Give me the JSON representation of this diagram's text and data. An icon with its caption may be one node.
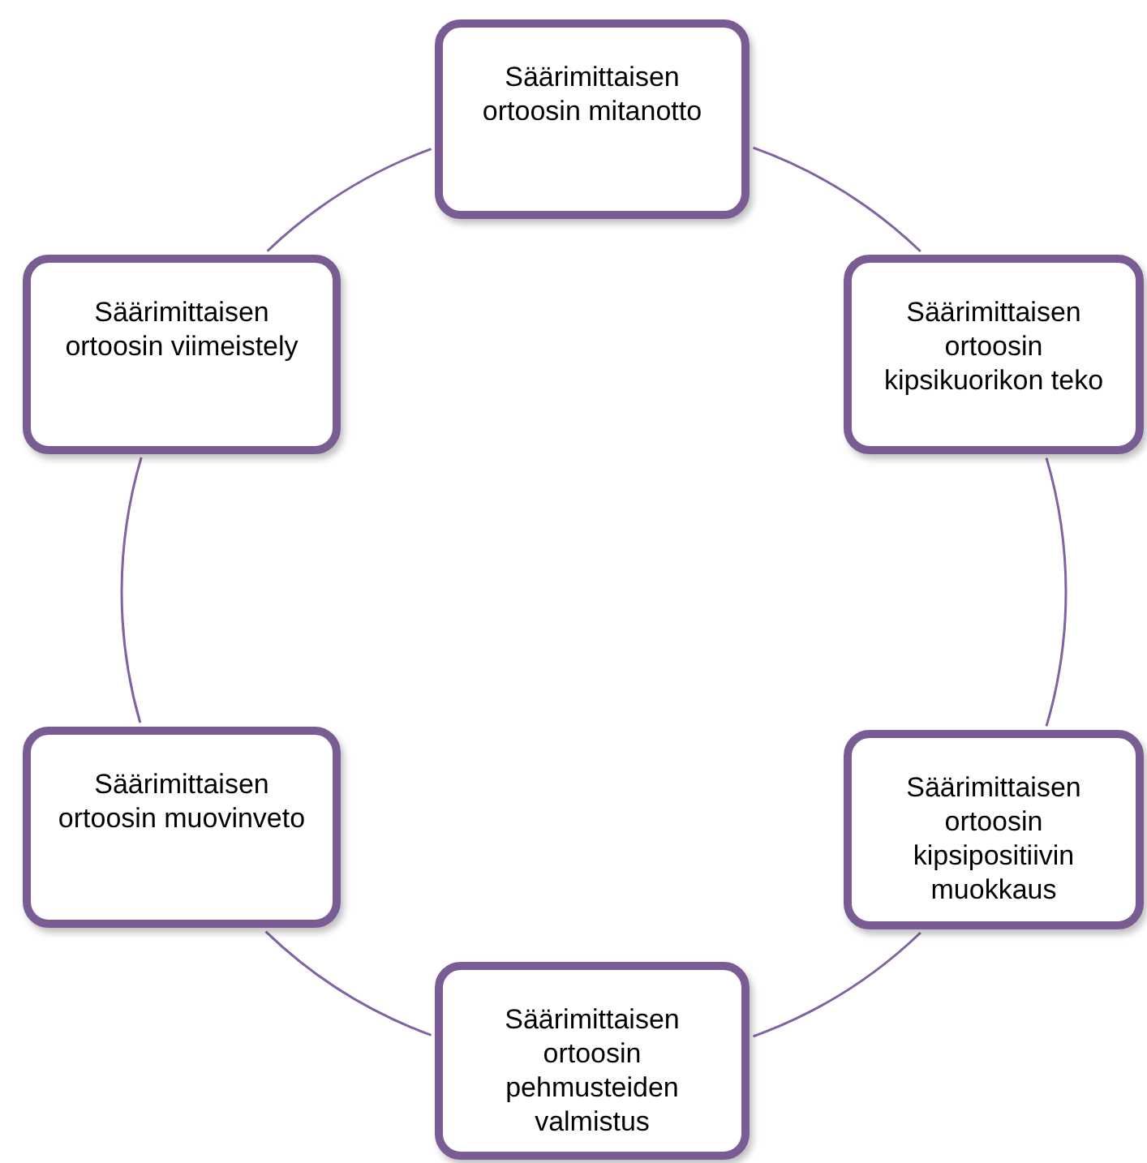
{
  "diagram": {
    "nodes": [
      {
        "text": [
          "Säärimittaisen ortoosin mitanotto"
        ]
      },
      {
        "text": [
          "Säärimittaisen ortoosin kipsikuorikon teko"
        ]
      },
      {
        "text": [
          "Säärimittaisen ortoosin kipsipositiivin muokkaus"
        ]
      },
      {
        "text": [
          "Säärimittaisen ortoosin pehmusteiden valmistus"
        ]
      },
      {
        "text": [
          "Säärimittaisen ortoosin muovinveto"
        ]
      },
      {
        "text": [
          "Säärimittaisen ortoosin viimeistely"
        ]
      }
    ],
    "edges": [
      {
        "from": 0,
        "to": 1,
        "arrow": "none"
      },
      {
        "from": 1,
        "to": 2,
        "arrow": "none"
      },
      {
        "from": 2,
        "to": 3,
        "arrow": "none"
      },
      {
        "from": 3,
        "to": 4,
        "arrow": "none"
      },
      {
        "from": 4,
        "to": 5,
        "arrow": "none"
      },
      {
        "from": 5,
        "to": 0,
        "arrow": "none"
      }
    ]
  }
}
